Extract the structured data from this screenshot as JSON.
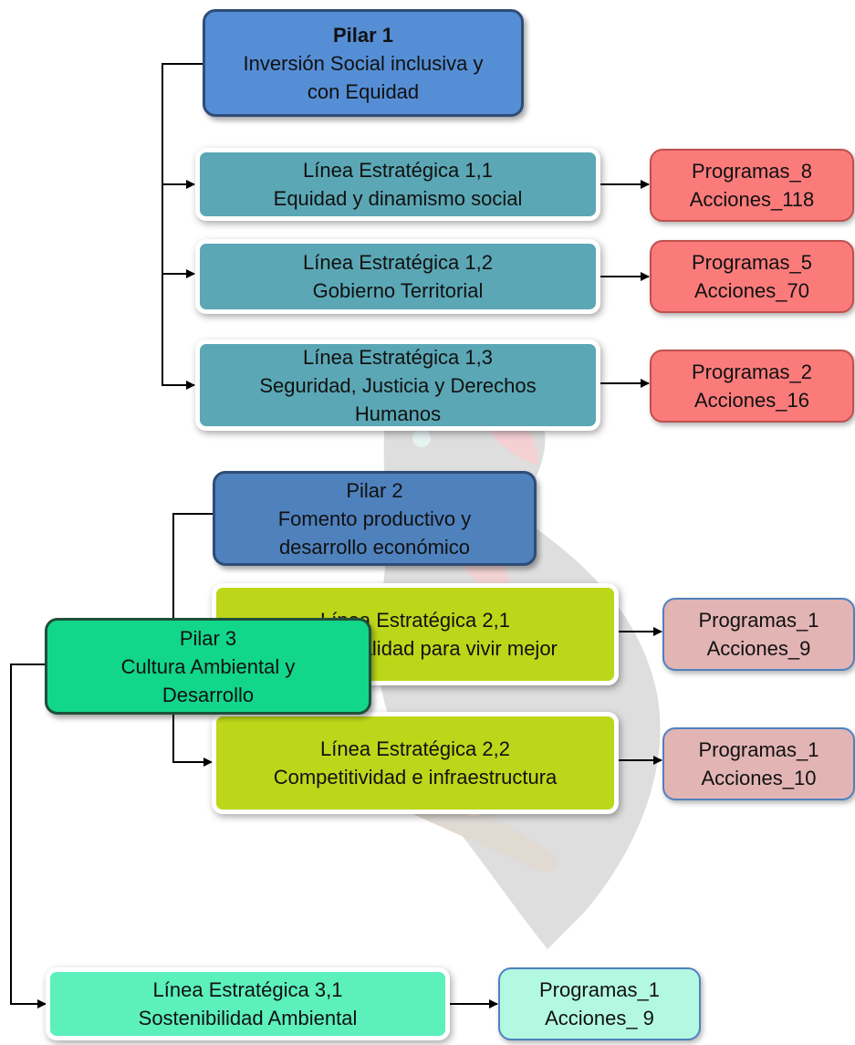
{
  "colors": {
    "pillar1": "#558ed5",
    "pillar2": "#4f81bd",
    "pillar3": "#12d68a",
    "line1": "#5ba7b5",
    "line2": "#bcd71a",
    "line3": "#5cf0bc",
    "result1": "#fb7b7b",
    "result2": "#e2b4b4",
    "result3": "#b3f9e1"
  },
  "pillars": [
    {
      "title": "Pilar 1",
      "subtitle_1": "Inversión Social inclusiva y",
      "subtitle_2": "con Equidad",
      "lines": [
        {
          "heading": "Línea Estratégica 1,1",
          "name_1": "Equidad y dinamismo social",
          "name_2": "",
          "programs": "Programas_8",
          "actions": "Acciones_118"
        },
        {
          "heading": "Línea Estratégica 1,2",
          "name_1": "Gobierno Territorial",
          "name_2": "",
          "programs": "Programas_5",
          "actions": "Acciones_70"
        },
        {
          "heading": "Línea Estratégica 1,3",
          "name_1": "Seguridad, Justicia y Derechos",
          "name_2": "Humanos",
          "programs": "Programas_2",
          "actions": "Acciones_16"
        }
      ]
    },
    {
      "title": "Pilar 2",
      "subtitle_1": "Fomento productivo y",
      "subtitle_2": "desarrollo económico",
      "lines": [
        {
          "heading": "Línea Estratégica 2,1",
          "name_1": "Nueva ruralidad para vivir mejor",
          "name_2": "",
          "programs": "Programas_1",
          "actions": "Acciones_9"
        },
        {
          "heading": "Línea Estratégica 2,2",
          "name_1": "Competitividad e infraestructura",
          "name_2": "",
          "programs": "Programas_1",
          "actions": "Acciones_10"
        }
      ]
    },
    {
      "title": "Pilar 3",
      "subtitle_1": "Cultura Ambiental y",
      "subtitle_2": "Desarrollo",
      "lines": [
        {
          "heading": "Línea Estratégica 3,1",
          "name_1": "Sostenibilidad Ambiental",
          "name_2": "",
          "programs": "Programas_1",
          "actions": "Acciones_ 9"
        }
      ]
    }
  ]
}
